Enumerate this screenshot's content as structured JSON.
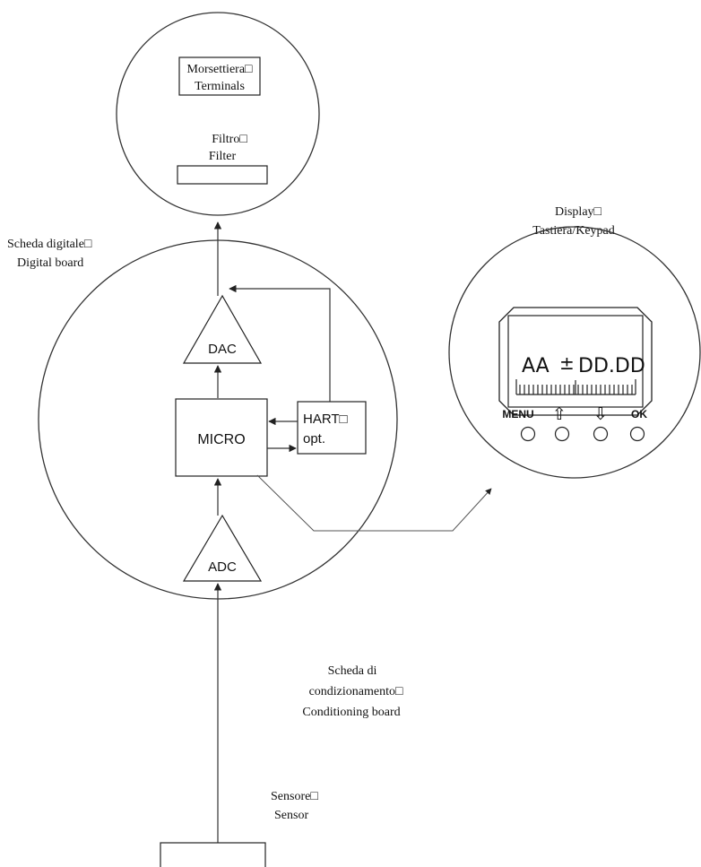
{
  "terminal_head": {
    "terminals_line1": "Morsettiera□",
    "terminals_line2": "Terminals",
    "filter_line1": "Filtro□",
    "filter_line2": "Filter"
  },
  "digital_board": {
    "label_line1": "Scheda digitale□",
    "label_line2": "Digital board",
    "dac": "DAC",
    "micro": "MICRO",
    "hart_line1": "HART□",
    "hart_line2": "opt.",
    "adc": "ADC"
  },
  "display": {
    "label_line1": "Display□",
    "label_line2": "Tastiera/Keypad",
    "reading_left": "AA",
    "reading_sign": "±",
    "reading_value": "DD.DD",
    "buttons": [
      "MENU",
      "⇧",
      "⇩",
      "OK"
    ]
  },
  "conditioning": {
    "line1": "Scheda di",
    "line2": "condizionamento□",
    "line3": "Conditioning board"
  },
  "sensor": {
    "line1": "Sensore□",
    "line2": "Sensor"
  },
  "colors": {
    "stroke": "#333333",
    "background": "#ffffff"
  }
}
